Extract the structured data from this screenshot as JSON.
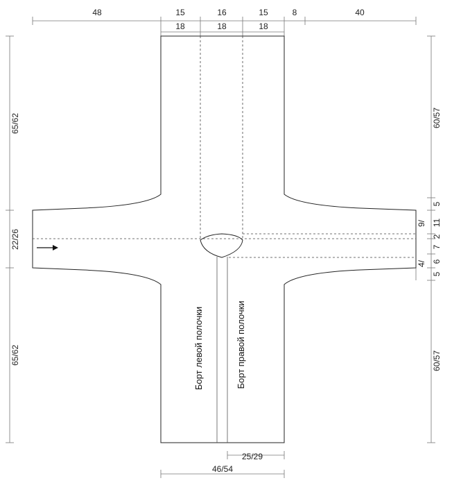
{
  "top_dims": {
    "row1": [
      "48",
      "15",
      "16",
      "15",
      "8",
      "40"
    ],
    "row2": [
      "18",
      "18",
      "18"
    ]
  },
  "left_dims": [
    "65/62",
    "22/26",
    "65/62"
  ],
  "right_dims": {
    "vertical_main": [
      "60/57",
      "60/57"
    ],
    "small": [
      "5",
      "11",
      "2",
      "7",
      "6",
      "5"
    ],
    "fractions": [
      "9/",
      "4/"
    ]
  },
  "bottom_dims": [
    "25/29",
    "46/54"
  ],
  "labels": {
    "left_band": "Борт левой полочки",
    "right_band": "Борт правой полочки"
  }
}
